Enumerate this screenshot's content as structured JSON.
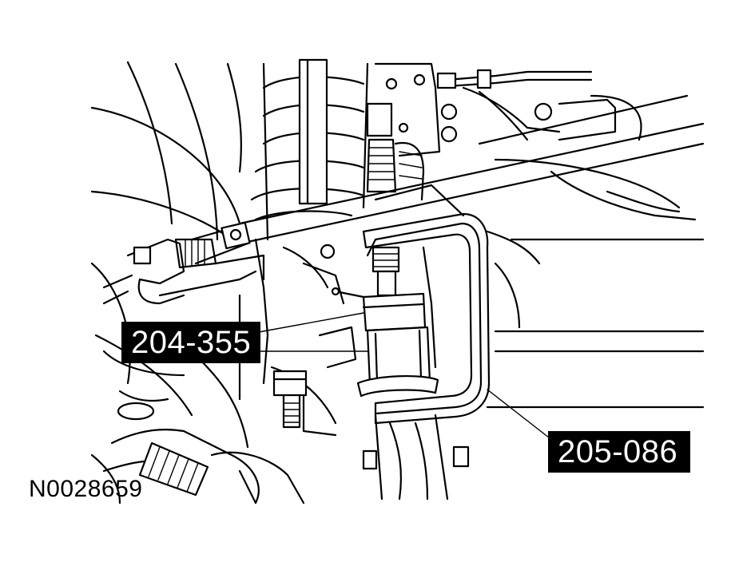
{
  "diagram": {
    "callouts": [
      {
        "id": "special-tool-1",
        "label": "204-355"
      },
      {
        "id": "special-tool-2",
        "label": "205-086"
      }
    ],
    "figure_id": "N0028659",
    "colors": {
      "ink": "#000000",
      "paper": "#ffffff",
      "callout_text": "#ffffff"
    }
  }
}
